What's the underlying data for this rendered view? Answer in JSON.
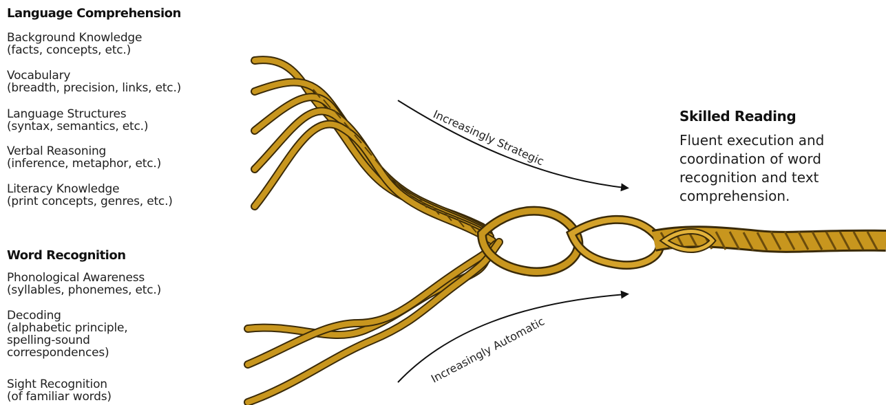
{
  "language_comprehension": {
    "heading": "Language Comprehension",
    "items": [
      {
        "name": "Background Knowledge",
        "detail": "(facts, concepts, etc.)"
      },
      {
        "name": "Vocabulary",
        "detail": "(breadth, precision, links, etc.)"
      },
      {
        "name": "Language Structures",
        "detail": "(syntax, semantics, etc.)"
      },
      {
        "name": "Verbal Reasoning",
        "detail": "(inference, metaphor, etc.)"
      },
      {
        "name": "Literacy Knowledge",
        "detail": "(print concepts, genres, etc.)"
      }
    ]
  },
  "word_recognition": {
    "heading": "Word Recognition",
    "items": [
      {
        "name": "Phonological Awareness",
        "detail": "(syllables, phonemes, etc.)"
      },
      {
        "name": "Decoding",
        "detail_lines": [
          "(alphabetic principle,",
          "spelling-sound",
          "correspondences)"
        ]
      },
      {
        "name": "Sight Recognition",
        "detail": "(of familiar words)"
      }
    ]
  },
  "arrows": {
    "top": "Increasingly Strategic",
    "bottom": "Increasingly Automatic"
  },
  "skilled_reading": {
    "title": "Skilled Reading",
    "description_lines": [
      "Fluent execution and",
      "coordination of word",
      "recognition and text",
      "comprehension."
    ]
  },
  "colors": {
    "rope_fill": "#c8961e",
    "rope_dark": "#7a5a10",
    "rope_outline": "#3a2a08",
    "arrow": "#111111"
  }
}
